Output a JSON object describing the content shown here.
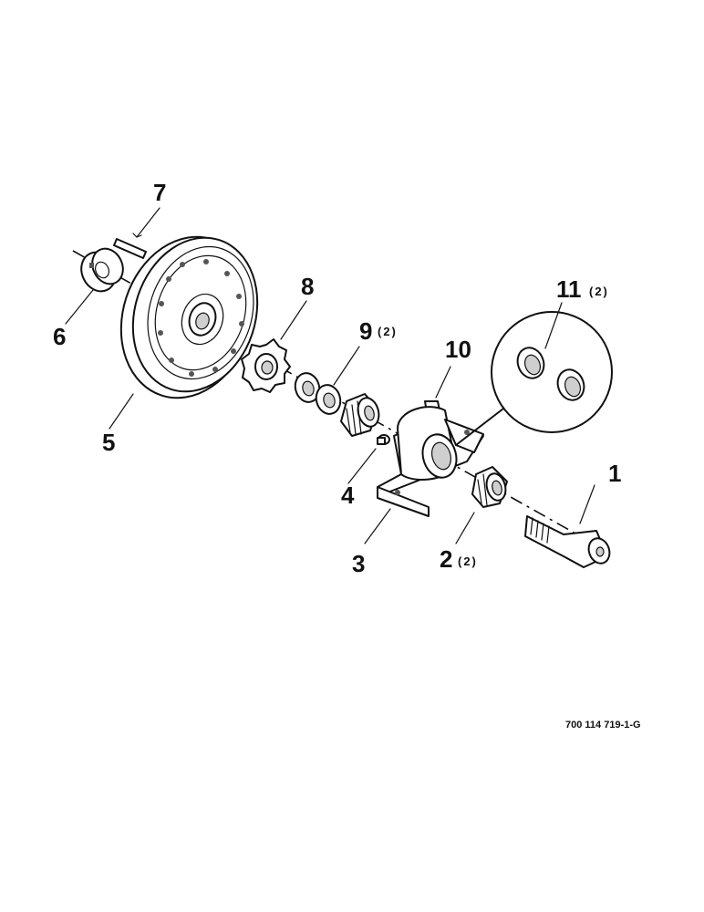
{
  "callouts": [
    {
      "id": "1",
      "num": "1",
      "qty": ""
    },
    {
      "id": "2",
      "num": "2",
      "qty": "(2)"
    },
    {
      "id": "3",
      "num": "3",
      "qty": ""
    },
    {
      "id": "4",
      "num": "4",
      "qty": ""
    },
    {
      "id": "5",
      "num": "5",
      "qty": ""
    },
    {
      "id": "6",
      "num": "6",
      "qty": ""
    },
    {
      "id": "7",
      "num": "7",
      "qty": ""
    },
    {
      "id": "8",
      "num": "8",
      "qty": ""
    },
    {
      "id": "9",
      "num": "9",
      "qty": "(2)"
    },
    {
      "id": "10",
      "num": "10",
      "qty": ""
    },
    {
      "id": "11",
      "num": "11",
      "qty": "(2)"
    }
  ],
  "drawing_ref": "700 114 719-1-G"
}
